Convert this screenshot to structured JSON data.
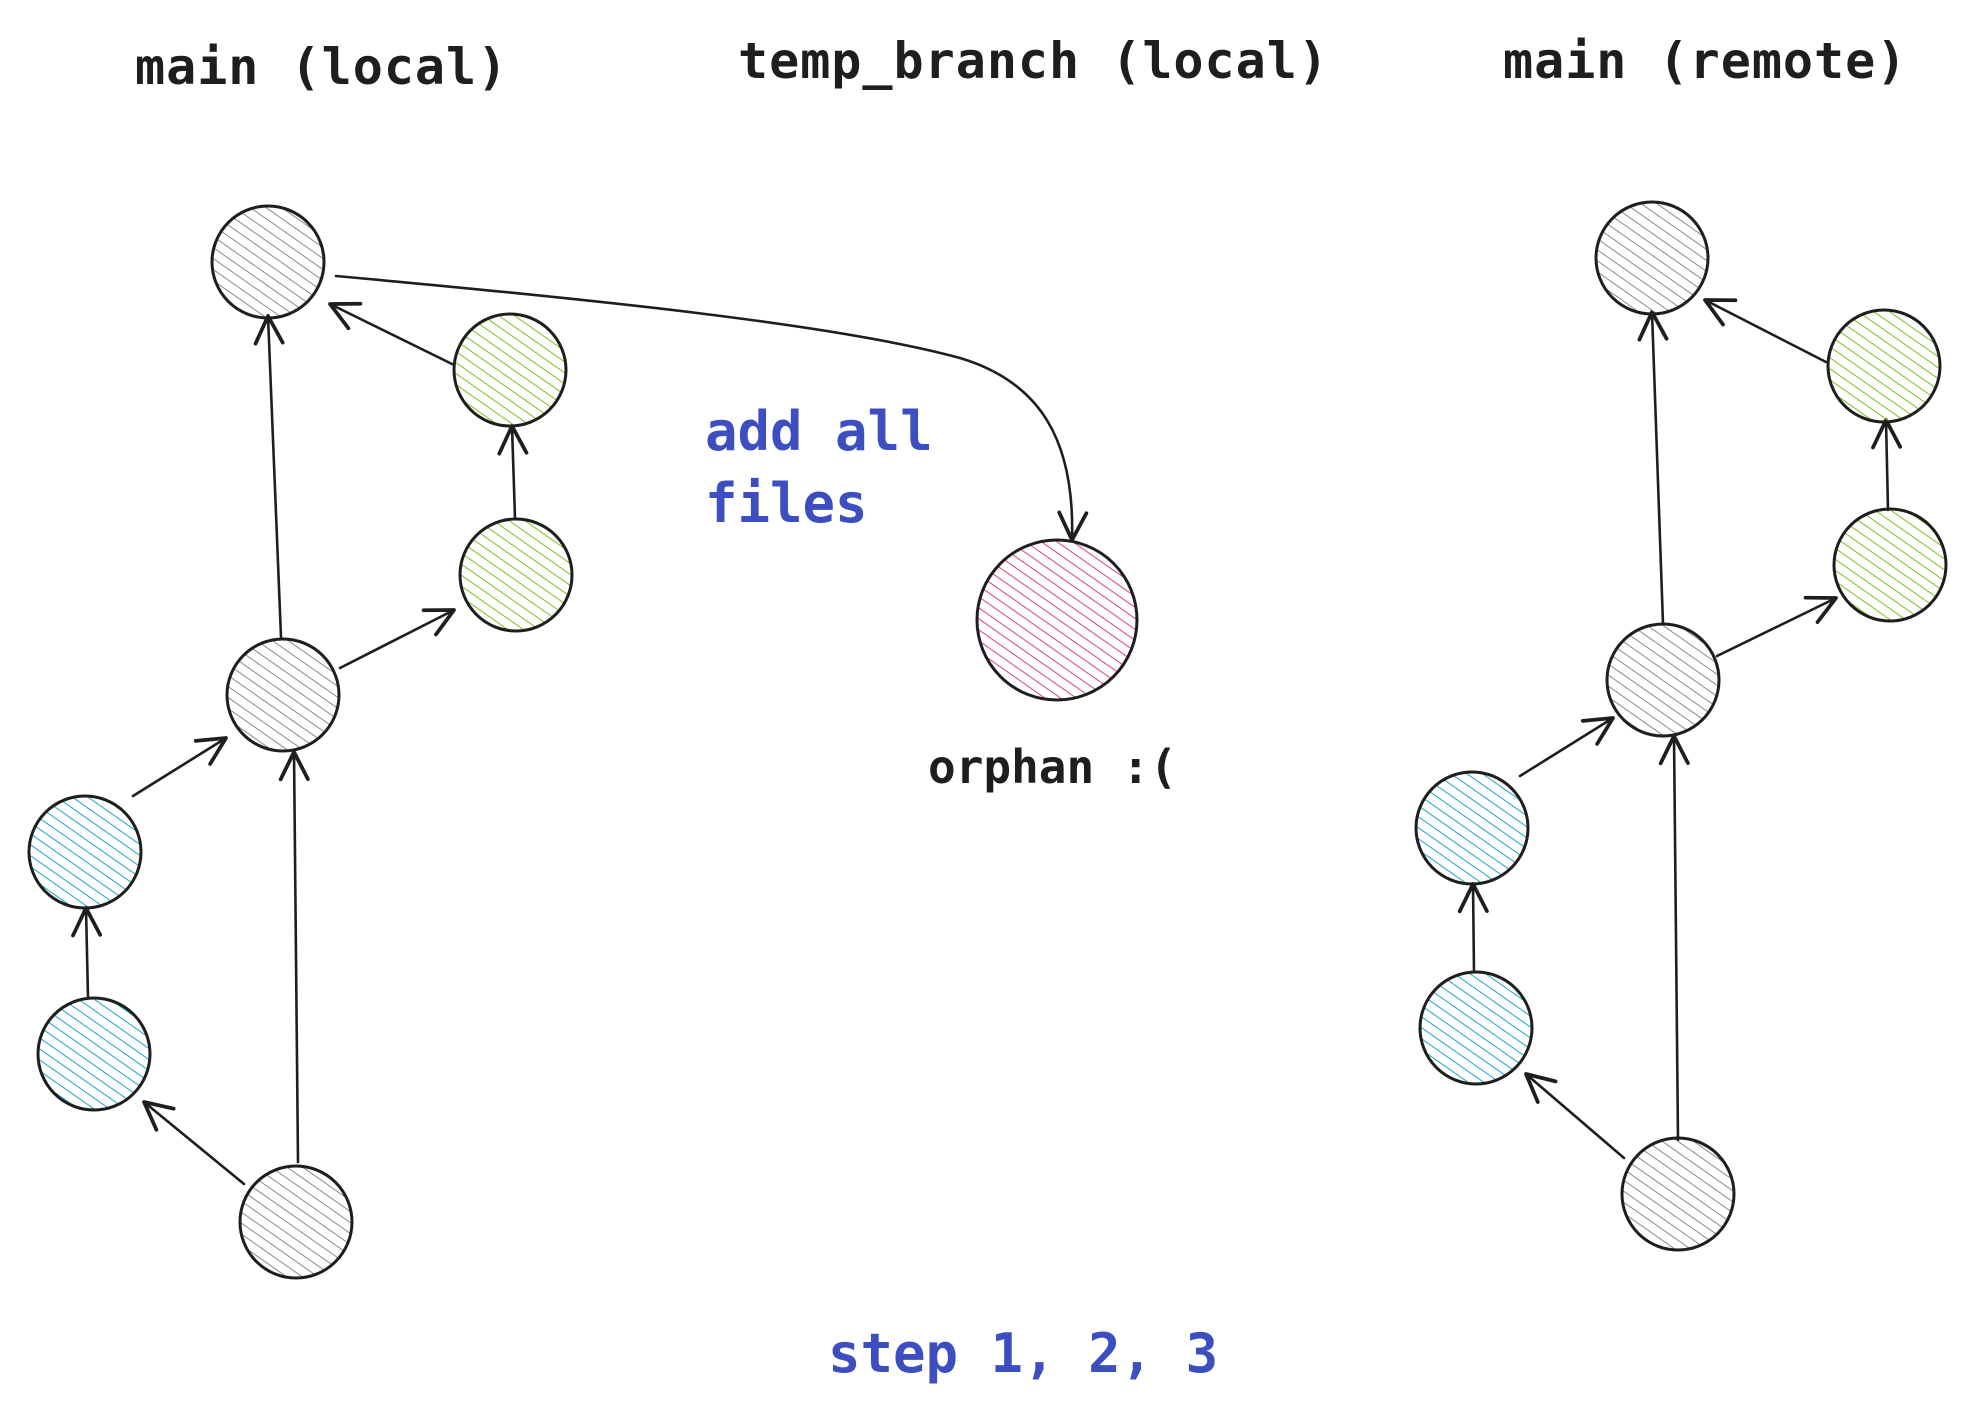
{
  "diagram": {
    "columns": {
      "main_local": "main (local)",
      "temp_branch_local": "temp_branch (local)",
      "main_remote": "main (remote)"
    },
    "annotations": {
      "add_all_files_line1": "add all",
      "add_all_files_line2": "files",
      "orphan": "orphan :(",
      "steps": "step 1, 2, 3"
    },
    "colors": {
      "gray": "#8a8a8a",
      "green": "#7fbf1f",
      "blue": "#1ba6c8",
      "red": "#e0436f",
      "ink": "#1e1e1e",
      "note": "#3d4fc0"
    }
  }
}
